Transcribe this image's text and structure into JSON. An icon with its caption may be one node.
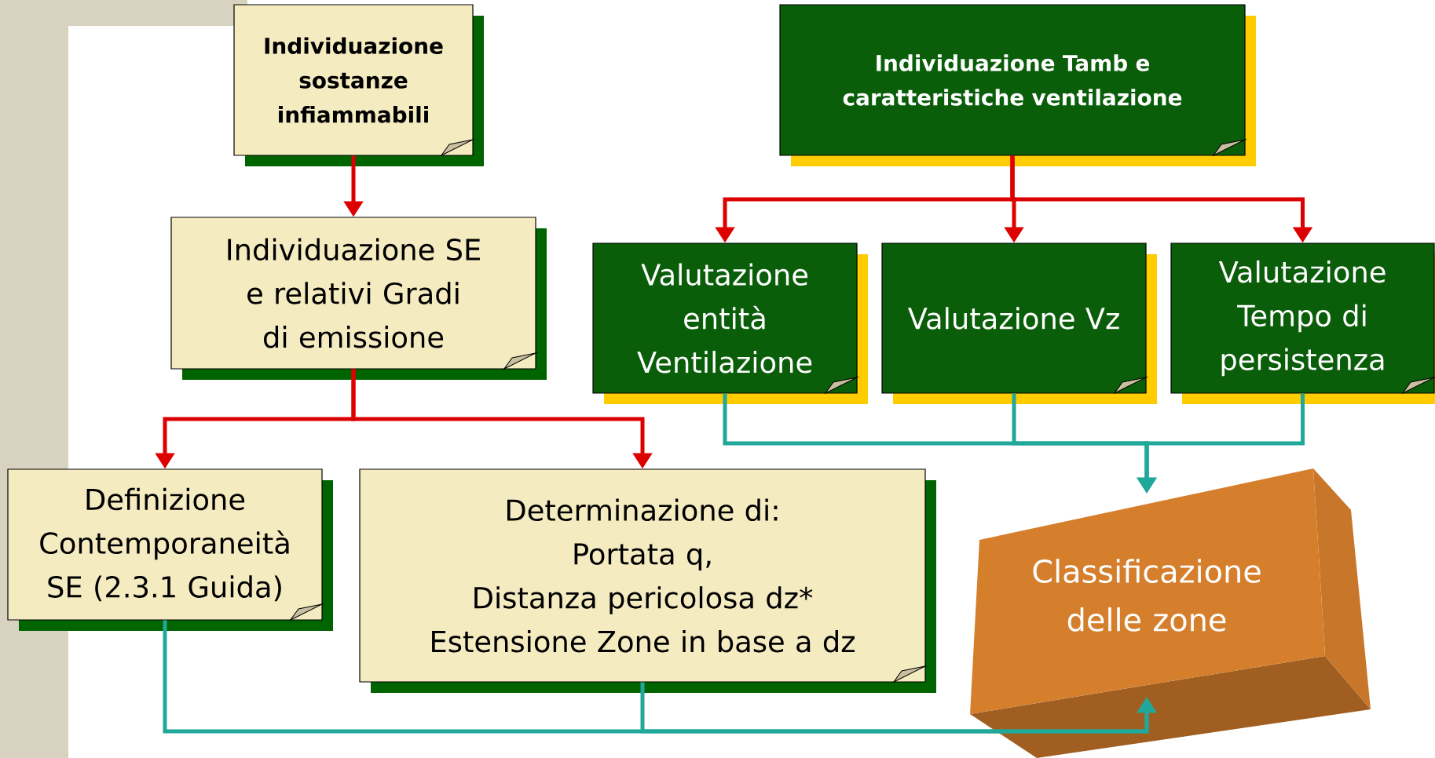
{
  "diagram": {
    "nodes": [
      {
        "text": [
          "Individuazione sostanze infiammabili"
        ]
      },
      {
        "text": [
          "Individuazione Tamb e caratteristiche ventilazione"
        ]
      },
      {
        "text": [
          "Individuazione SE e relativi Gradi di emissione"
        ]
      },
      {
        "text": [
          "Valutazione entità Ventilazione"
        ]
      },
      {
        "text": [
          "Valutazione Vz"
        ]
      },
      {
        "text": [
          "Valutazione Tempo di persistenza"
        ]
      },
      {
        "text": [
          "Definizione Contemporaneità SE (2.3.1 Guida)"
        ]
      },
      {
        "text": [
          "Determinazione di:",
          "Portata q,",
          "Distanza pericolosa dz*",
          "Estensione Zone in base a dz"
        ]
      },
      {
        "text": [
          "Classificazione delle zone"
        ]
      }
    ],
    "edges": [
      {
        "from": 0,
        "to": 2,
        "arrow": "to"
      },
      {
        "from": 2,
        "to": 6,
        "arrow": "to"
      },
      {
        "from": 2,
        "to": 7,
        "arrow": "to"
      },
      {
        "from": 1,
        "to": 3,
        "arrow": "to"
      },
      {
        "from": 1,
        "to": 4,
        "arrow": "to"
      },
      {
        "from": 1,
        "to": 5,
        "arrow": "to"
      },
      {
        "from": 3,
        "to": 8,
        "arrow": "to",
        "color": "#20a89a"
      },
      {
        "from": 4,
        "to": 8,
        "arrow": "to",
        "color": "#20a89a"
      },
      {
        "from": 5,
        "to": 8,
        "arrow": "to",
        "color": "#20a89a"
      },
      {
        "from": 6,
        "to": 8,
        "arrow": "to",
        "color": "#20a89a"
      },
      {
        "from": 7,
        "to": 8,
        "arrow": "to",
        "color": "#20a89a"
      }
    ]
  }
}
